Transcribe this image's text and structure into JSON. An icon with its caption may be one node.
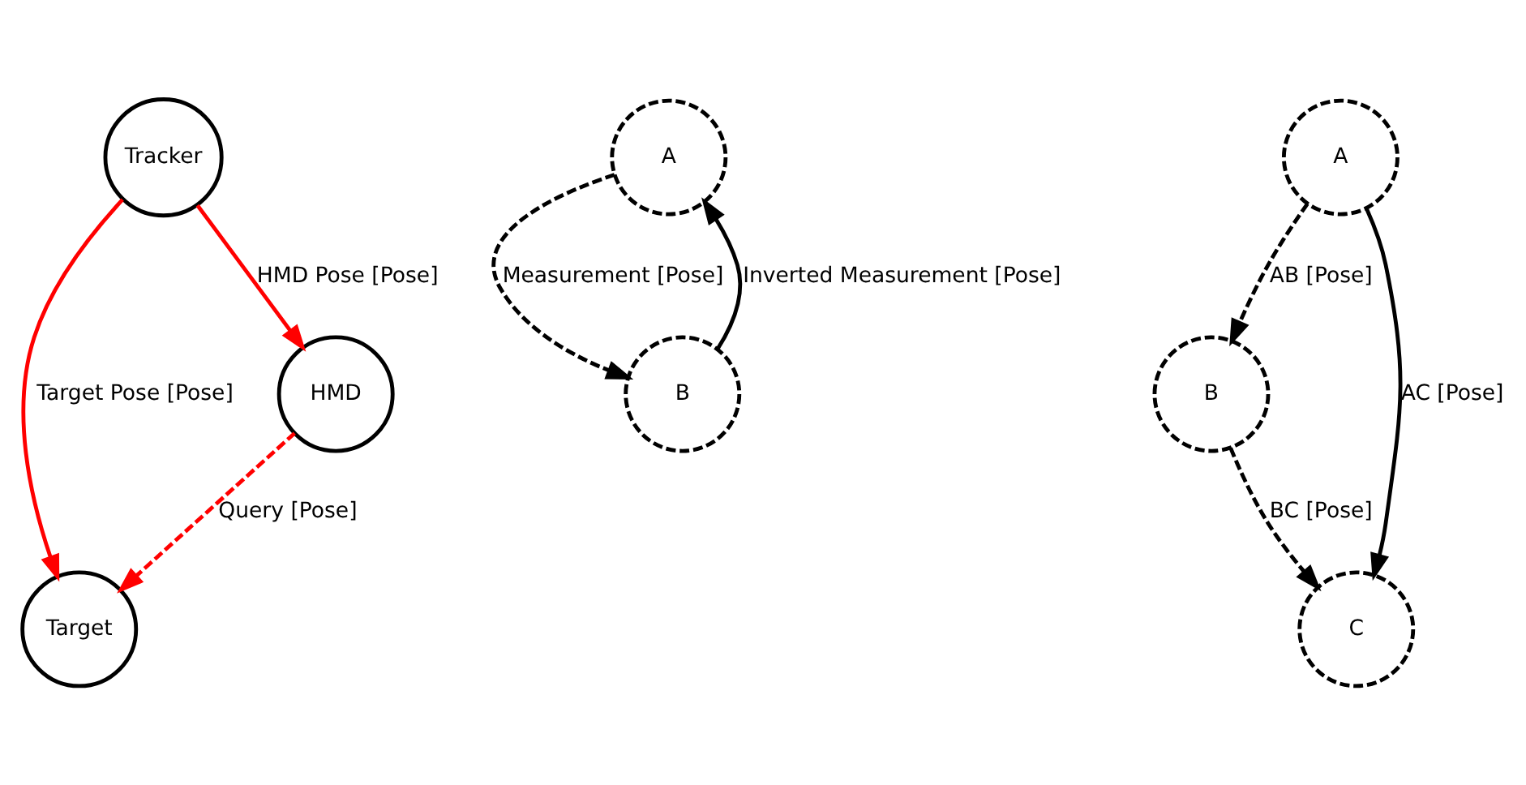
{
  "diagram": {
    "nodes": [
      {
        "text": [
          "Tracker"
        ]
      },
      {
        "text": [
          "A"
        ]
      },
      {
        "text": [
          "B"
        ]
      },
      {
        "text": [
          "C"
        ]
      },
      {
        "text": [
          "A"
        ]
      },
      {
        "text": [
          "B"
        ]
      },
      {
        "text": [
          "Target"
        ]
      },
      {
        "text": [
          "HMD"
        ]
      }
    ],
    "edges": [
      {
        "from": 0,
        "to": 6,
        "arrow": "to",
        "label": "Target Pose [Pose]",
        "color": "#ff0000"
      },
      {
        "from": 0,
        "to": 7,
        "arrow": "to",
        "label": "HMD Pose [Pose]",
        "color": "#ff0000"
      },
      {
        "from": 2,
        "to": 3,
        "arrow": "to",
        "label": "BC [Pose]",
        "style": "dashed"
      },
      {
        "from": 4,
        "to": 2,
        "arrow": "to",
        "label": "AB [Pose]",
        "style": "dashed"
      },
      {
        "from": 1,
        "to": 5,
        "arrow": "to",
        "label": "Measurement [Pose]",
        "style": "dashed"
      },
      {
        "from": 5,
        "to": 1,
        "arrow": "to",
        "label": "Inverted Measurement [Pose]"
      },
      {
        "from": 4,
        "to": 3,
        "arrow": "to",
        "label": "AC [Pose]"
      },
      {
        "from": 7,
        "to": 6,
        "arrow": "to",
        "label": "Query [Pose]",
        "style": "dashed",
        "color": "#ff0000"
      }
    ]
  }
}
